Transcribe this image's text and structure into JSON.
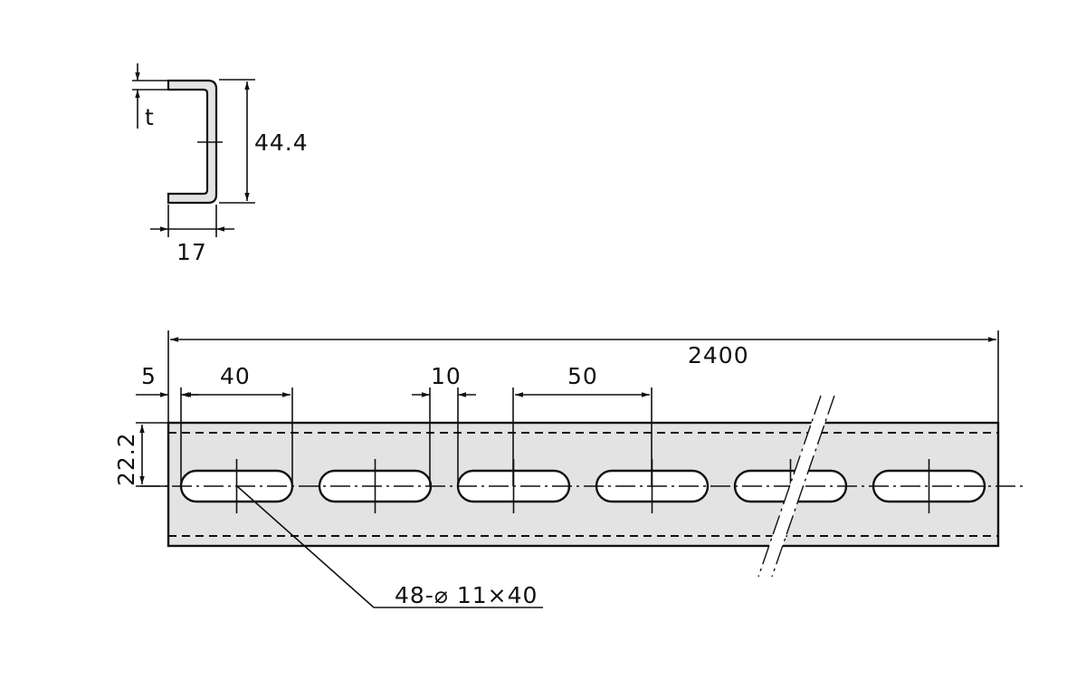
{
  "colors": {
    "fill": "#e3e3e3",
    "ink": "#111111",
    "paper": "#ffffff"
  },
  "section": {
    "height_label": "44.4",
    "flange_label": "17",
    "thickness_label": "t"
  },
  "rail": {
    "length_label": "2400",
    "edge_offset_label": "5",
    "slot_length_label": "40",
    "slot_gap_label": "10",
    "pitch_label": "50",
    "center_height_label": "22.2",
    "hole_callout": "48-⌀ 11×40",
    "visible_slot_count": 6
  }
}
